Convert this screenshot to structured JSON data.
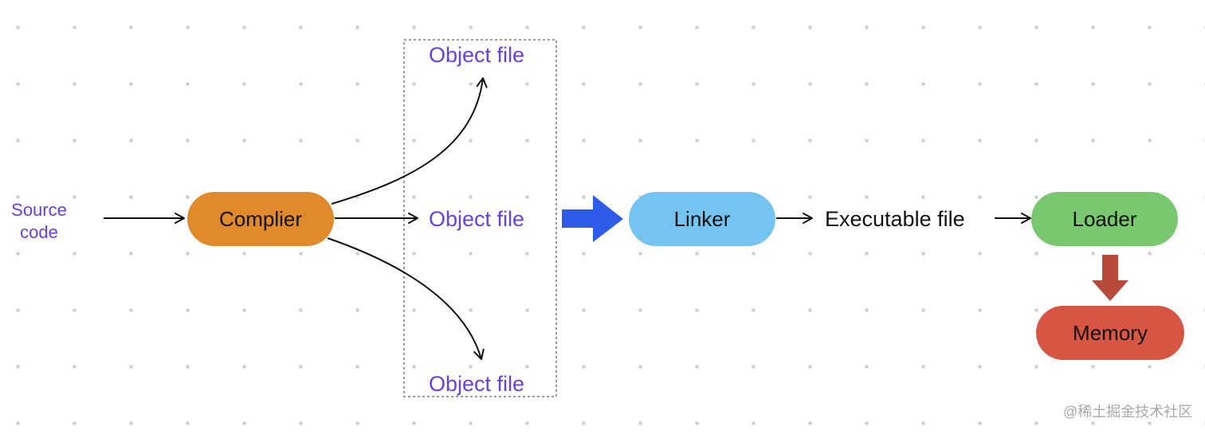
{
  "diagram": {
    "source": {
      "label": "Source code"
    },
    "compiler": {
      "label": "Complier",
      "color": "#e08a2c"
    },
    "object_files": [
      "Object file",
      "Object file",
      "Object file"
    ],
    "linker": {
      "label": "Linker",
      "color": "#75c3f1"
    },
    "executable": {
      "label": "Executable file"
    },
    "loader": {
      "label": "Loader",
      "color": "#79c76f"
    },
    "memory": {
      "label": "Memory",
      "color": "#d75543"
    },
    "colors": {
      "object_text": "#6a3fe0",
      "linker_arrow": "#2e5be8",
      "loader_arrow": "#b84a3b",
      "dashed_border": "#9a9a9a"
    }
  },
  "watermark": "@稀土掘金技术社区"
}
